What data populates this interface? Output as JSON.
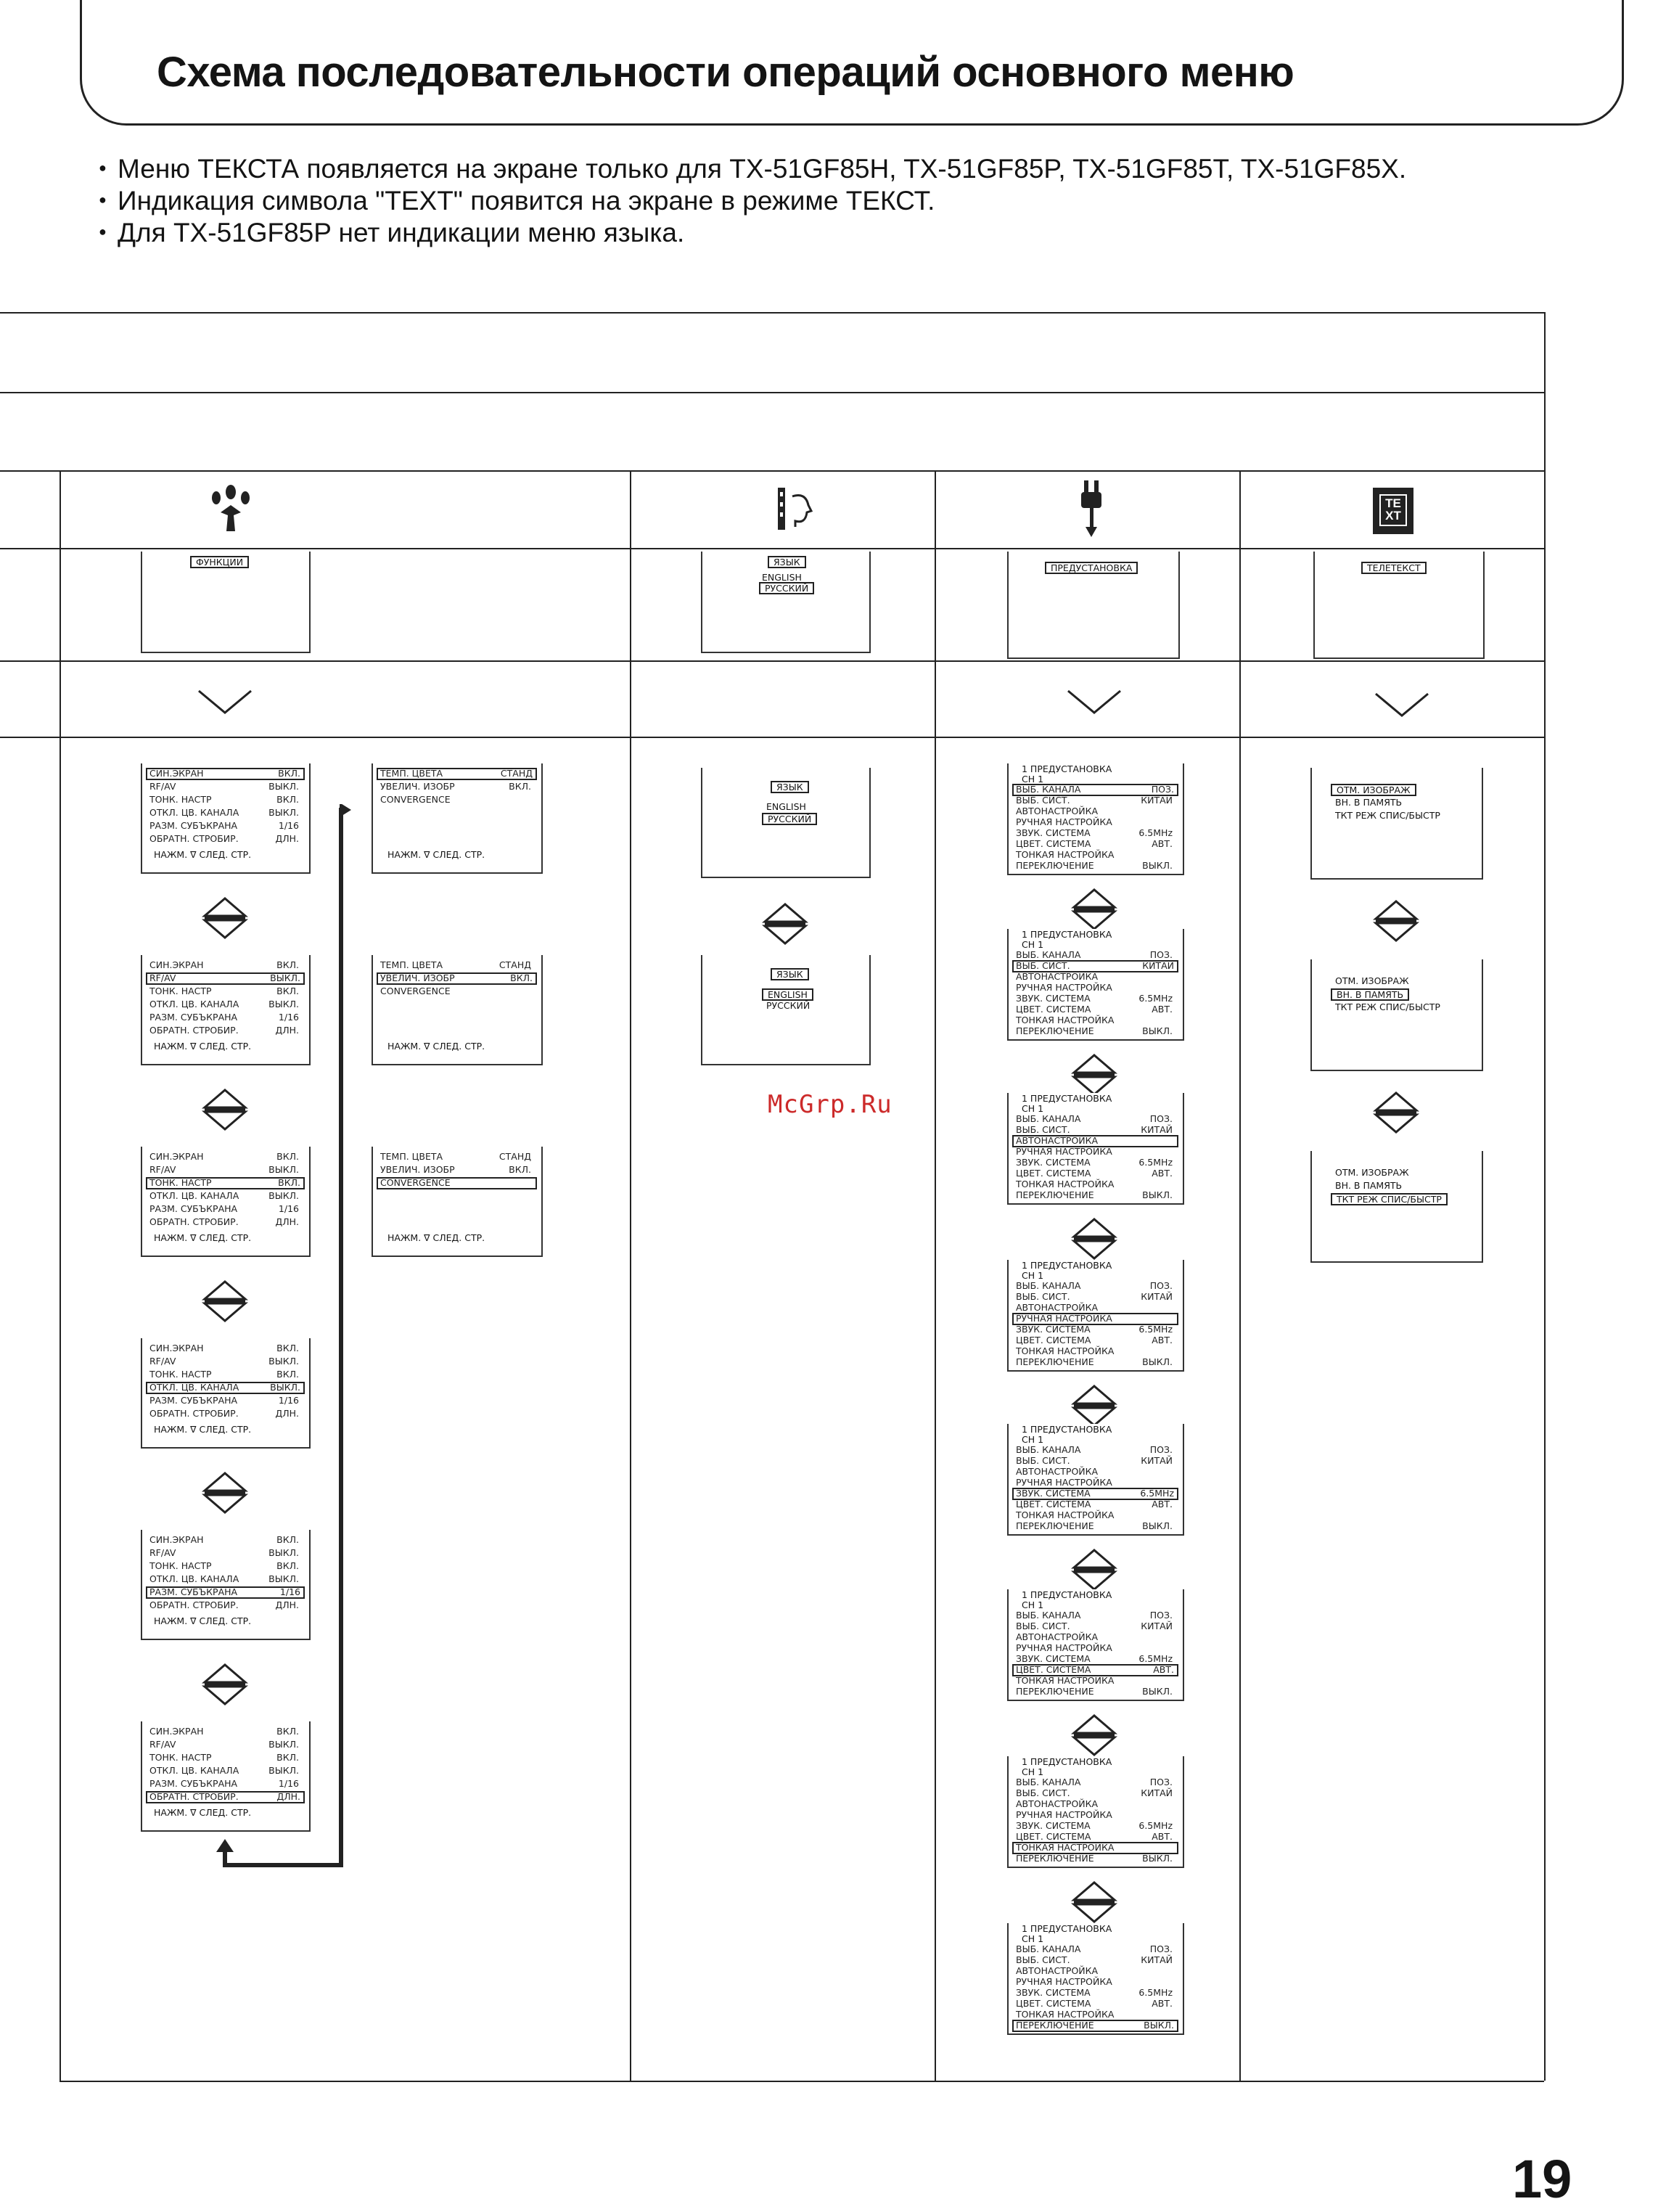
{
  "title": "Схема последовательности операций основного меню",
  "notes": [
    "Меню ТЕКСТА появляется на экране только для TX-51GF85H, TX-51GF85P, TX-51GF85T, TX-51GF85X.",
    "Индикация символа \"TEXT\" появится на экране в режиме ТЕКСТ.",
    "Для TX-51GF85P нет индикации меню языка."
  ],
  "icons": [
    "functions-icon",
    "language-icon",
    "preset-icon",
    "teletext-icon"
  ],
  "icon_text": {
    "teletext": "TE XT"
  },
  "top_labels": {
    "functions": "ФУНКЦИИ",
    "language": "ЯЗЫК",
    "language_items": [
      "ENGLISH",
      "РУССКИЙ"
    ],
    "preset": "ПРЕДУСТАНОВКА",
    "teletext": "ТЕЛЕТЕКСТ"
  },
  "functions_menu": {
    "rows": [
      {
        "label": "СИН.ЭКРАН",
        "value": "ВКЛ."
      },
      {
        "label": "RF/AV",
        "value": "ВЫКЛ."
      },
      {
        "label": "ТОНК. НАСТР",
        "value": "ВКЛ."
      },
      {
        "label": "ОТКЛ. ЦВ. КАНАЛА",
        "value": "ВЫКЛ."
      },
      {
        "label": "РАЗМ. СУБЪКРАНА",
        "value": "1/16"
      },
      {
        "label": "ОБРАТН. СТРОБИР.",
        "value": "ДЛН."
      }
    ],
    "footer": "НАЖМ. ∇ СЛЕД. СТР."
  },
  "functions_page2": {
    "rows": [
      {
        "label": "ТЕМП. ЦВЕТА",
        "value": "СТАНД"
      },
      {
        "label": "УВЕЛИЧ. ИЗОБР",
        "value": "ВКЛ."
      },
      {
        "label": "CONVERGENCE",
        "value": ""
      }
    ],
    "footer": "НАЖМ. ∇ СЛЕД. СТР."
  },
  "preset_menu": {
    "header": "1     ПРЕДУСТАНОВКА",
    "sub": "СН 1",
    "rows": [
      {
        "label": "ВЫБ. КАНАЛА",
        "value": "ПОЗ."
      },
      {
        "label": "ВЫБ. СИСТ.",
        "value": "КИТАЙ"
      },
      {
        "label": "АВТОНАСТРОЙКА",
        "value": ""
      },
      {
        "label": "РУЧНАЯ НАСТРОЙКА",
        "value": ""
      },
      {
        "label": "ЗВУК. СИСТЕМА",
        "value": "6.5MHz"
      },
      {
        "label": "ЦВЕТ. СИСТЕМА",
        "value": "АВТ."
      },
      {
        "label": "ТОНКАЯ НАСТРОЙКА",
        "value": ""
      },
      {
        "label": "ПЕРЕКЛЮЧЕНИЕ",
        "value": "ВЫКЛ."
      }
    ]
  },
  "teletext_menu": {
    "rows": [
      "ОТМ. ИЗОБРАЖ",
      "ВН. В ПАМЯТЬ",
      "ТКТ РЕЖ СПИС/БЫСТР"
    ]
  },
  "watermark": "McGrp.Ru",
  "page_number": "19"
}
